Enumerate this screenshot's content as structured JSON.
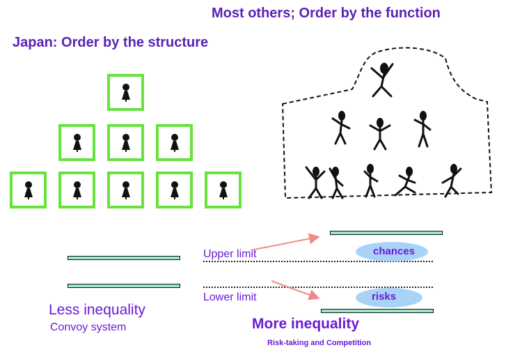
{
  "titles": {
    "top_right": "Most others; Order by the function",
    "top_left": "Japan: Order by the structure"
  },
  "limits": {
    "upper": "Upper limit",
    "lower": "Lower limit"
  },
  "labels": {
    "chances": "chances",
    "risks": "risks"
  },
  "left_caption": {
    "title": "Less inequality",
    "subtitle": "Convoy system"
  },
  "right_caption": {
    "title": "More inequality",
    "subtitle": "Risk-taking and Competition"
  },
  "colors": {
    "title_purple": "#5b21b6",
    "box_green": "#66e23b",
    "bar_fill": "#9be8c8",
    "ellipse_blue": "#a9d3f6",
    "arrow_pink": "#f08a8a"
  },
  "icons": {
    "person_in_box": "person-silhouette-icon",
    "dancing_figures": "stick-figure-icon"
  }
}
